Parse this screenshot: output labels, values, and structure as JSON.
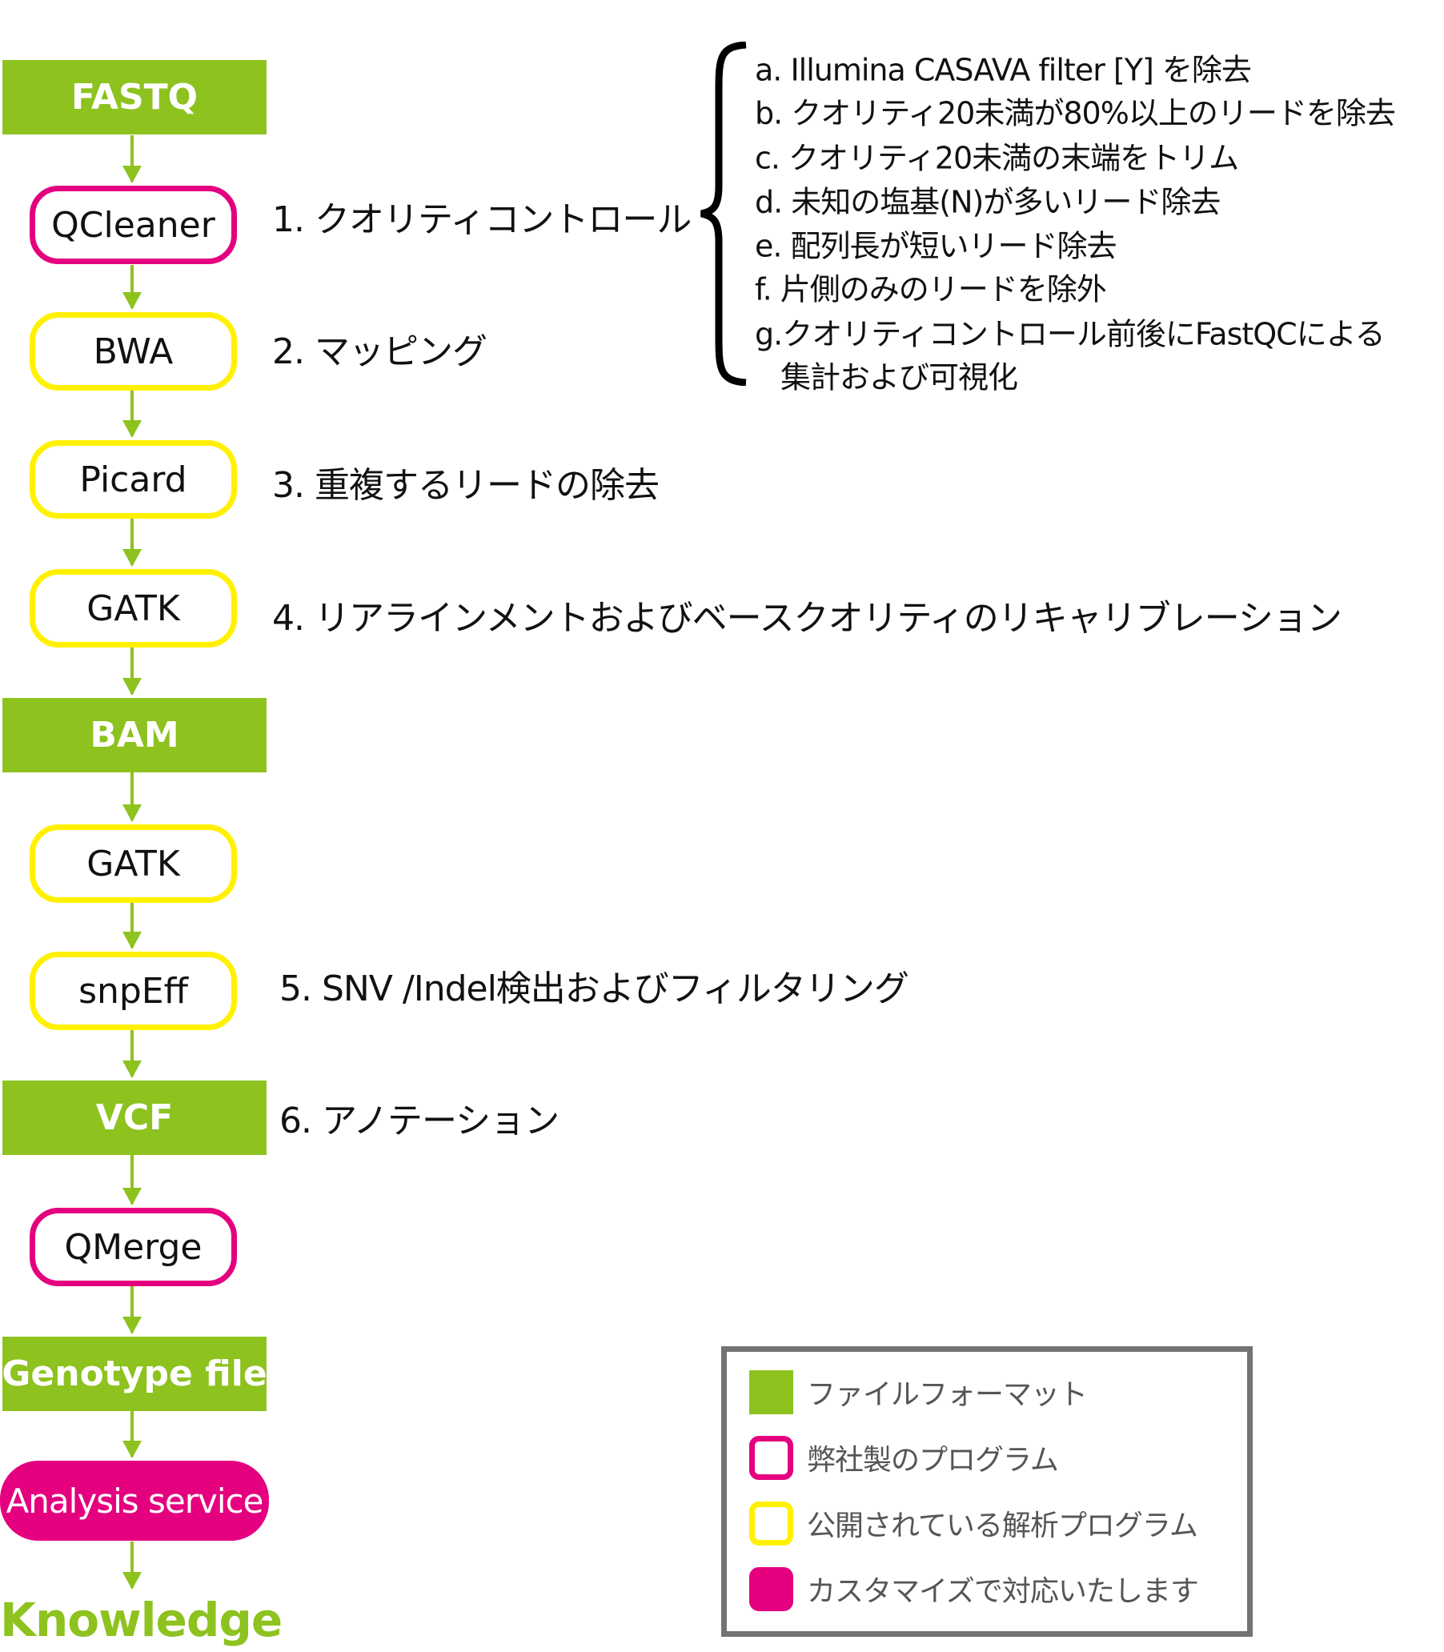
{
  "flow": {
    "fastq": "FASTQ",
    "qcleaner": "QCleaner",
    "bwa": "BWA",
    "picard": "Picard",
    "gatk1": "GATK",
    "bam": "BAM",
    "gatk2": "GATK",
    "snpeff": "snpEff",
    "vcf": "VCF",
    "qmerge": "QMerge",
    "genotype": "Genotype file",
    "analysis": "Analysis service",
    "knowledge": "Knowledge"
  },
  "steps": [
    "1. クオリティコントロール",
    "2. マッピング",
    "3. 重複するリードの除去",
    "4. リアラインメントおよびベースクオリティのリキャリブレーション",
    "5. SNV /Indel検出およびフィルタリング",
    "6. アノテーション"
  ],
  "qc_details": [
    "a. Illumina CASAVA filter [Y] を除去",
    "b. クオリティ20未満が80%以上のリードを除去",
    "c. クオリティ20未満の末端をトリム",
    "d. 未知の塩基(N)が多いリード除去",
    "e. 配列長が短いリード除去",
    "f. 片側のみのリードを除外",
    "g.クオリティコントロール前後にFastQCによる",
    "集計および可視化"
  ],
  "legend": [
    "ファイルフォーマット",
    "弊社製のプログラム",
    "公開されている解析プログラム",
    "カスタマイズで対応いたします"
  ],
  "colors": {
    "file_green": "#8dc21f",
    "own_magenta": "#e4007f",
    "public_yellow": "#fff100",
    "legend_border": "#737373"
  }
}
